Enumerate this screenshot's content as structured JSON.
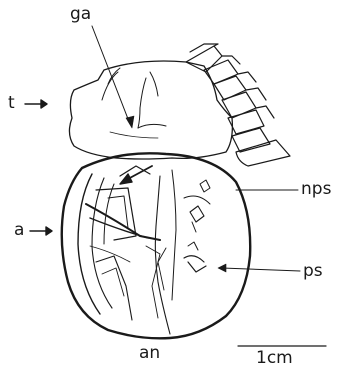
{
  "labels": {
    "ga": "ga",
    "t": "t",
    "a": "a",
    "nps": "nps",
    "ps": "ps",
    "an": "an"
  },
  "scale_bar": {
    "label": "1cm"
  },
  "colors": {
    "ink": "#1a1a1a",
    "background": "#ffffff"
  }
}
